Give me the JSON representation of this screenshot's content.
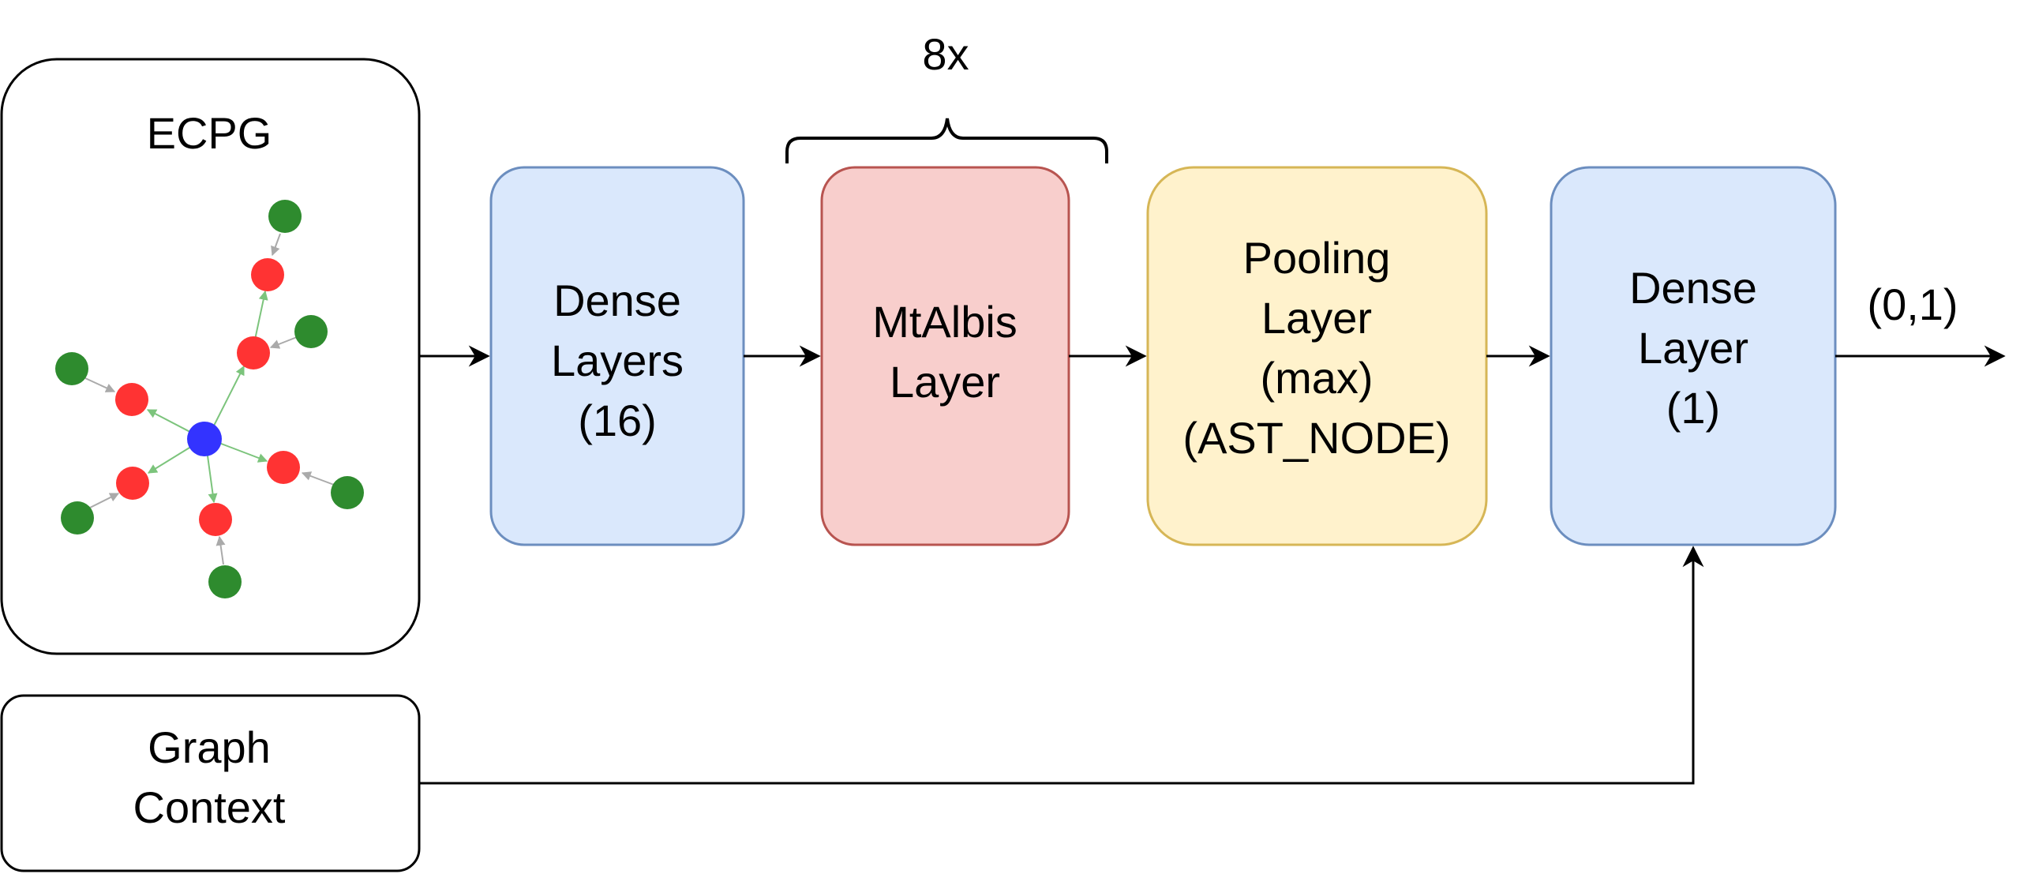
{
  "input_box": {
    "title": "ECPG"
  },
  "context_box": {
    "lines": [
      "Graph",
      "Context"
    ]
  },
  "repeat_label": "8x",
  "blocks": [
    {
      "id": "dense16",
      "lines": [
        "Dense",
        "Layers",
        "(16)"
      ],
      "fill": "#dae8fc",
      "stroke": "#6c8ebf"
    },
    {
      "id": "mtalbis",
      "lines": [
        "MtAlbis",
        "Layer"
      ],
      "fill": "#f8cecc",
      "stroke": "#b85450"
    },
    {
      "id": "pooling",
      "lines": [
        "Pooling",
        "Layer",
        "(max)",
        "(AST_NODE)"
      ],
      "fill": "#fff2cc",
      "stroke": "#d6b656"
    },
    {
      "id": "dense1",
      "lines": [
        "Dense",
        "Layer",
        "(1)"
      ],
      "fill": "#dae8fc",
      "stroke": "#6c8ebf"
    }
  ],
  "output_label": "(0,1)",
  "graph_colors": {
    "root": "#3333ff",
    "inner": "#ff3333",
    "leaf": "#2e8b2e",
    "edge_green": "#7cc47c",
    "edge_grey": "#aaaaaa"
  }
}
